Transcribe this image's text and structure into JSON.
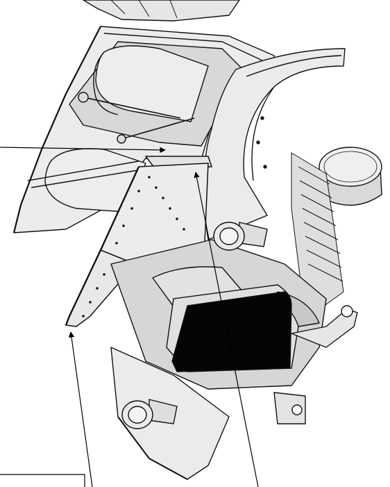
{
  "figure": {
    "kind": "technical-illustration",
    "subject": "isometric-machinery-assembly",
    "palette": {
      "background": "#ffffff",
      "part_fill": "#e9e9e9",
      "part_shade": "#cfcfcf",
      "part_dark": "#b5b5b5",
      "outline": "#111111",
      "battery_block": "#050505",
      "leader_line": "#000000"
    },
    "callouts": [
      {
        "id": "leader-left",
        "visible_label": ""
      },
      {
        "id": "leader-bottom-left",
        "visible_label": ""
      },
      {
        "id": "leader-bottom-right",
        "visible_label": ""
      }
    ],
    "label_box": {
      "text": ""
    }
  }
}
